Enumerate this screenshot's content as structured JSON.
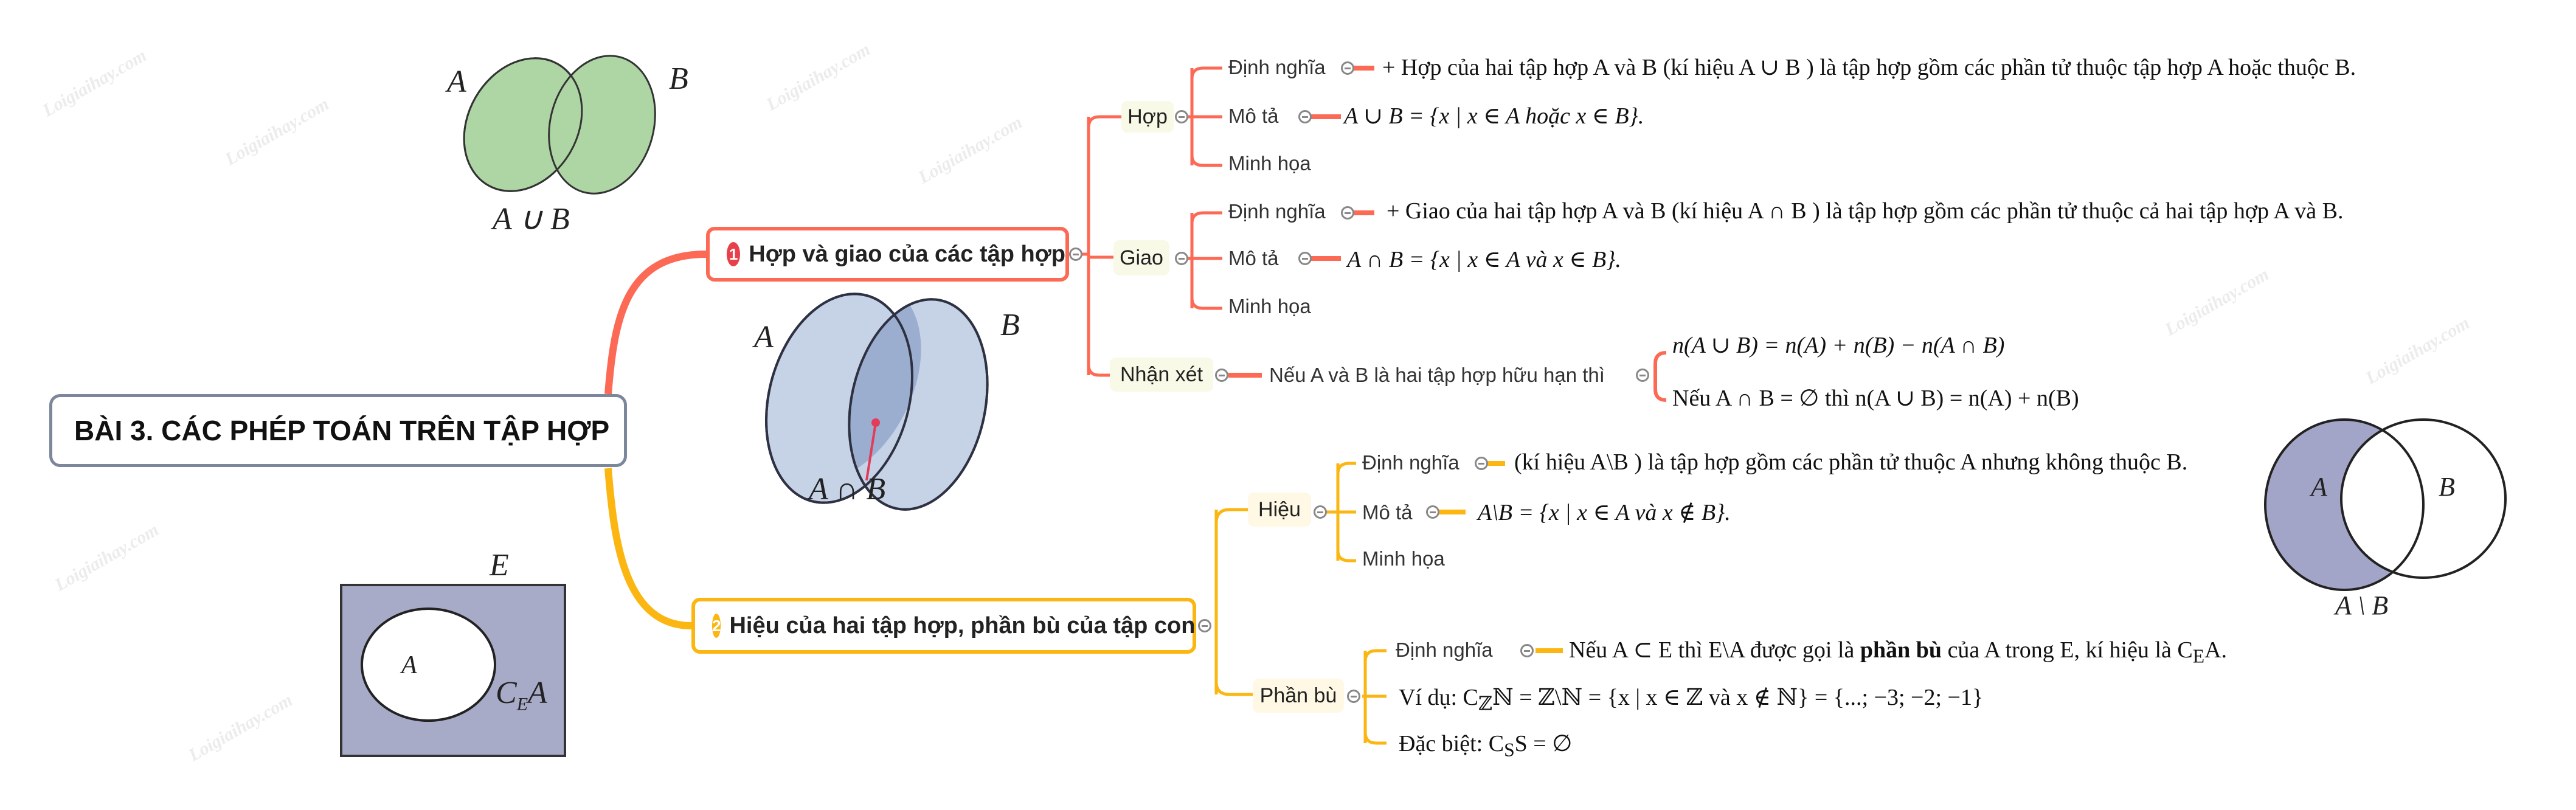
{
  "title": "BÀI 3. CÁC PHÉP TOÁN TRÊN TẬP HỢP",
  "branch1": {
    "number": "1",
    "label": "Hợp và giao của các tập hợp",
    "hop": {
      "label": "Hợp",
      "def_label": "Định nghĩa",
      "def_text": "+ Hợp của hai tập hợp A và B (kí hiệu A ∪ B ) là tập hợp gồm các phần tử thuộc tập hợp A hoặc thuộc B.",
      "desc_label": "Mô tả",
      "desc_text": "A ∪ B = {x | x ∈ A  hoặc  x ∈ B}.",
      "illus_label": "Minh họa"
    },
    "giao": {
      "label": "Giao",
      "def_label": "Định nghĩa",
      "def_text": "+ Giao của hai tập hợp A và B (kí hiệu A ∩ B ) là tập hợp gồm các phần tử thuộc cả hai tập hợp A và B.",
      "desc_label": "Mô tả",
      "desc_text": "A ∩ B = {x | x ∈ A  và  x ∈ B}.",
      "illus_label": "Minh họa"
    },
    "nhanxet": {
      "label": "Nhận xét",
      "text": "Nếu A và B là hai tập hợp hữu hạn thì",
      "formula1": "n(A ∪ B) = n(A) + n(B) − n(A ∩ B)",
      "formula2": "Nếu  A ∩ B = ∅  thì  n(A ∪ B) = n(A) + n(B)"
    }
  },
  "branch2": {
    "number": "2",
    "label": "Hiệu của hai tập hợp, phần bù của tập con",
    "hieu": {
      "label": "Hiệu",
      "def_label": "Định nghĩa",
      "def_text": "(kí hiệu A\\B ) là tập hợp gồm các phần tử thuộc A nhưng không  thuộc B.",
      "desc_label": "Mô tả",
      "desc_text": "A\\B = {x | x ∈ A  và  x ∉ B}.",
      "illus_label": "Minh họa"
    },
    "phanbu": {
      "label": "Phần bù",
      "def_label": "Định nghĩa",
      "def_pre": "Nếu  A ⊂ E  thì  E\\A được gọi là ",
      "def_bold": "phần bù",
      "def_post": " của A trong E, kí hiệu là  C",
      "def_sub": "E",
      "def_end": "A.",
      "example": "Ví dụ:  C",
      "example_sub": "ℤ",
      "example_rest": "ℕ = ℤ\\ℕ = {x | x ∈ ℤ  và  x ∉ ℕ} = {...; −3; −2; −1}",
      "special": "Đặc biệt:  C",
      "special_sub": "S",
      "special_rest": "S = ∅"
    }
  },
  "diagrams": {
    "union": {
      "a": "A",
      "b": "B",
      "caption": "A ∪ B"
    },
    "intersection": {
      "a": "A",
      "b": "B",
      "caption": "A ∩ B"
    },
    "complement": {
      "e": "E",
      "a": "A",
      "c": "C",
      "c_sub": "E",
      "c_end": "A"
    },
    "difference": {
      "a": "A",
      "b": "B",
      "caption": "A \\ B"
    }
  },
  "watermark": "Loigiaihay.com",
  "colors": {
    "branch1": "#fc6a55",
    "branch2": "#fbb611",
    "badge1": "#e8404a",
    "badge2": "#fbb611",
    "title_border": "#7d879c"
  }
}
